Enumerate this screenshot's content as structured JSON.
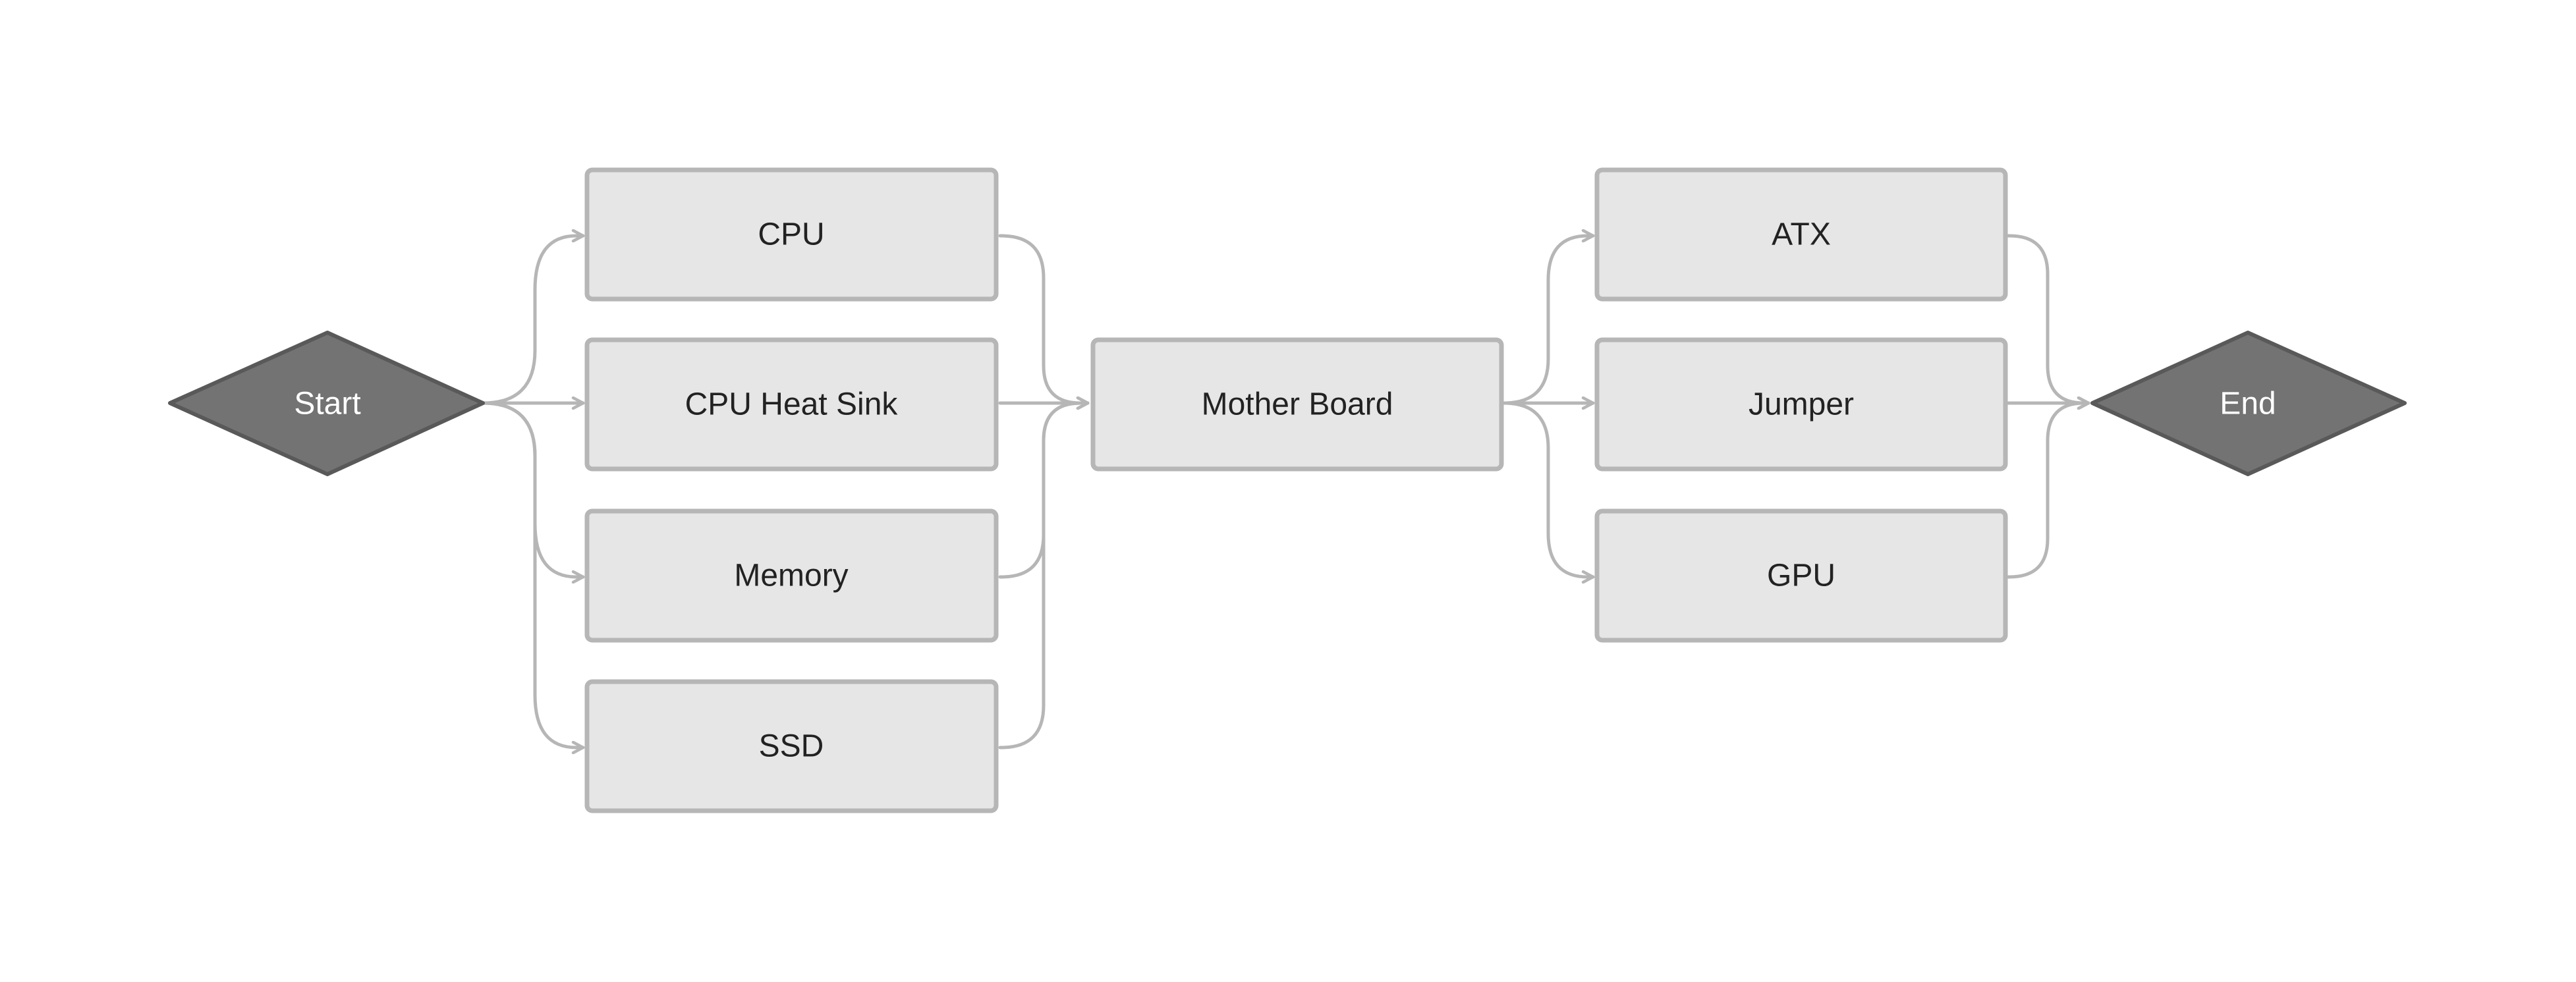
{
  "nodes": {
    "start": "Start",
    "cpu": "CPU",
    "cpu_heat_sink": "CPU Heat Sink",
    "memory": "Memory",
    "ssd": "SSD",
    "mother_board": "Mother Board",
    "atx": "ATX",
    "jumper": "Jumper",
    "gpu": "GPU",
    "end": "End"
  },
  "colors": {
    "box_fill": "#e6e6e6",
    "box_stroke": "#b6b6b6",
    "diamond_fill": "#737373",
    "diamond_stroke": "#595959",
    "connector": "#b6b6b6"
  },
  "edges": [
    [
      "start",
      "cpu"
    ],
    [
      "start",
      "cpu_heat_sink"
    ],
    [
      "start",
      "memory"
    ],
    [
      "start",
      "ssd"
    ],
    [
      "cpu",
      "mother_board"
    ],
    [
      "cpu_heat_sink",
      "mother_board"
    ],
    [
      "memory",
      "mother_board"
    ],
    [
      "ssd",
      "mother_board"
    ],
    [
      "mother_board",
      "atx"
    ],
    [
      "mother_board",
      "jumper"
    ],
    [
      "mother_board",
      "gpu"
    ],
    [
      "atx",
      "end"
    ],
    [
      "jumper",
      "end"
    ],
    [
      "gpu",
      "end"
    ]
  ]
}
